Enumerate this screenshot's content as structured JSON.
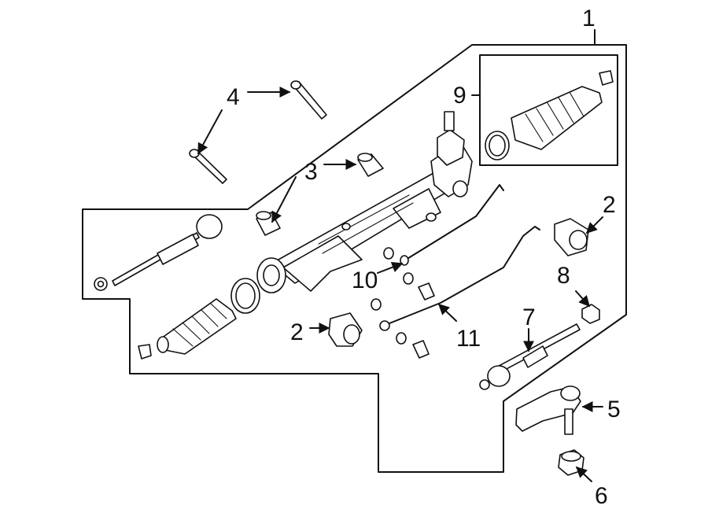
{
  "diagram": {
    "colors": {
      "line": "#111111",
      "background": "#ffffff"
    },
    "callouts": {
      "c1": "1",
      "c2a": "2",
      "c2b": "2",
      "c3": "3",
      "c4": "4",
      "c5": "5",
      "c6": "6",
      "c7": "7",
      "c8": "8",
      "c9": "9",
      "c10": "10",
      "c11": "11"
    }
  }
}
